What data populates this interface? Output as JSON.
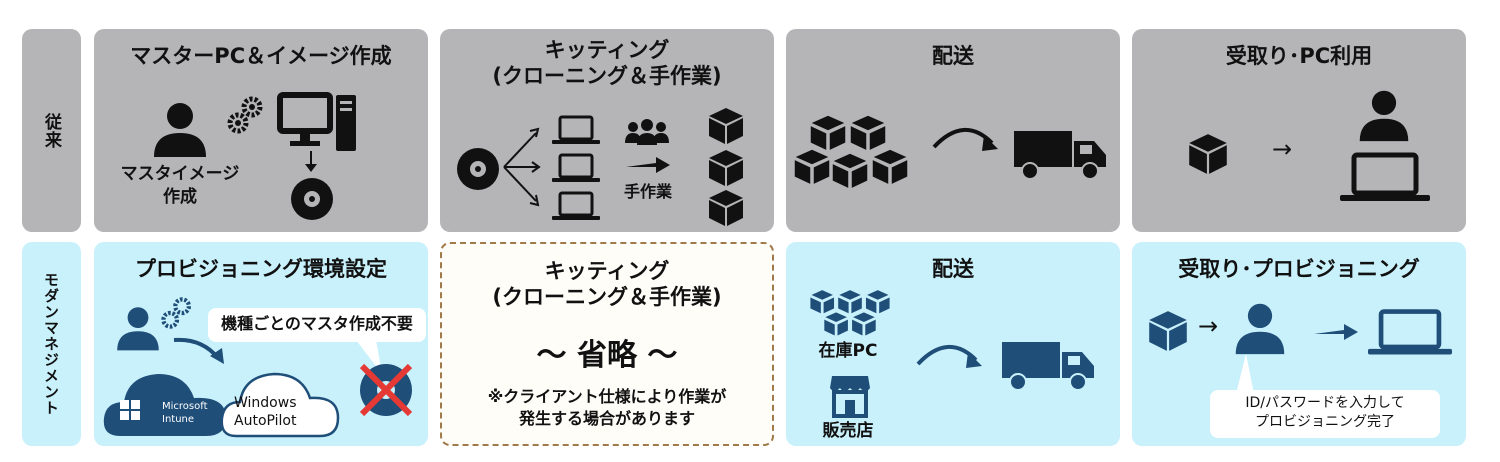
{
  "rows": {
    "traditional": "従来",
    "modern": "モダンマネジメント"
  },
  "traditional": {
    "master": {
      "title": "マスターPC＆イメージ作成",
      "caption_line1": "マスタイメージ",
      "caption_line2": "作成"
    },
    "kitting": {
      "title_line1": "キッティング",
      "title_line2": "(クローニング＆手作業)",
      "manual_label": "手作業"
    },
    "delivery": {
      "title": "配送"
    },
    "receive": {
      "title": "受取り･PC利用",
      "arrow": "→"
    }
  },
  "modern": {
    "provisioning": {
      "title": "プロビジョニング環境設定",
      "callout": "機種ごとのマスタ作成不要",
      "intune_line1": "Microsoft",
      "intune_line2": "Intune",
      "autopilot_line1": "Windows",
      "autopilot_line2": "AutoPilot"
    },
    "kitting": {
      "title_line1": "キッティング",
      "title_line2": "(クローニング＆手作業)",
      "omitted": "～ 省略 ～",
      "note_line1": "※クライアント仕様により作業が",
      "note_line2": "発生する場合があります"
    },
    "delivery": {
      "title": "配送",
      "stock_label": "在庫PC",
      "store_label": "販売店"
    },
    "receive": {
      "title": "受取り･プロビジョニング",
      "arrow": "→",
      "note_line1": "ID/パスワードを入力して",
      "note_line2": "プロビジョニング完了"
    }
  },
  "colors": {
    "grey_panel": "#b5b5b8",
    "cyan_panel": "#c9f1fb",
    "navy_icon": "#1f4e79",
    "black_icon": "#111111",
    "red_cross": "#e53935"
  }
}
